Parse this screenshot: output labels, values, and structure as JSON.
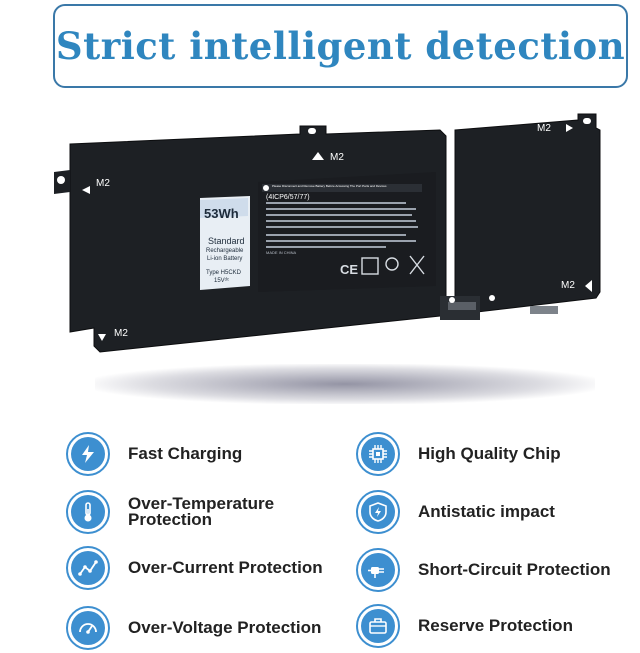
{
  "title": "Strict intelligent detection",
  "battery": {
    "markers": {
      "left_top": "M2",
      "center_top": "M2",
      "right_top": "M2",
      "right_bottom": "M2",
      "left_bottom": "M2"
    },
    "capacity": "53Wh",
    "standard": "Standard",
    "rechargeable": "Rechargeable",
    "chemistry": "Li-ion Battery",
    "type": "Type H5CKD",
    "voltage": "15Vᵈᶜ",
    "cell_spec": "(4ICP6/57/77)",
    "warning_header": "Please Disconnect and Remove Battery Before Accessing The Port Parts and Devices",
    "made_in": "MADE IN CHINA"
  },
  "features": [
    {
      "label": "Fast Charging",
      "icon": "lightning-icon"
    },
    {
      "label": "High Quality Chip",
      "icon": "chip-icon"
    },
    {
      "label": "Over-Temperature Protection",
      "icon": "thermometer-icon"
    },
    {
      "label": "Antistatic impact",
      "icon": "shield-bolt-icon"
    },
    {
      "label": "Over-Current Protection",
      "icon": "current-graph-icon"
    },
    {
      "label": "Short-Circuit Protection",
      "icon": "plug-icon"
    },
    {
      "label": "Over-Voltage Protection",
      "icon": "gauge-icon"
    },
    {
      "label": "Reserve Protection",
      "icon": "briefcase-icon"
    }
  ],
  "colors": {
    "accent": "#3d8fd0",
    "title": "#2f86bf",
    "battery": "#1e2124"
  }
}
